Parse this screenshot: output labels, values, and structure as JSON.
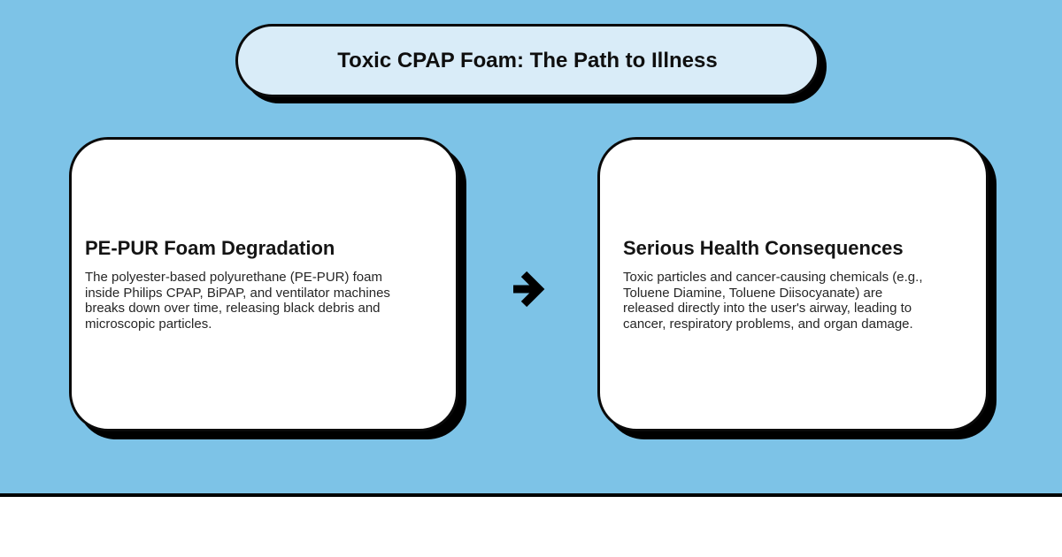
{
  "title_banner": {
    "label": "Toxic CPAP Foam: The Path to Illness"
  },
  "flow": {
    "arrow_icon": "right-arrow",
    "steps": [
      {
        "heading": "PE-PUR Foam Degradation",
        "body_lines": [
          "The polyester-based polyurethane (PE-PUR) foam",
          "inside Philips CPAP, BiPAP, and ventilator machines",
          "breaks down over time, releasing black debris and",
          "microscopic particles."
        ]
      },
      {
        "heading": "Serious Health Consequences",
        "body_lines": [
          "Toxic particles and cancer-causing chemicals (e.g.,",
          "Toluene Diamine, Toluene Diisocyanate) are",
          "released directly into the user's airway, leading to",
          "cancer, respiratory problems, and organ damage."
        ]
      }
    ]
  },
  "colors": {
    "background": "#7dc3e7",
    "banner_fill": "#d9ecf8",
    "card_fill": "#ffffff",
    "outline": "#0a0a0a",
    "heading_text": "#141414",
    "body_text": "#262626"
  }
}
